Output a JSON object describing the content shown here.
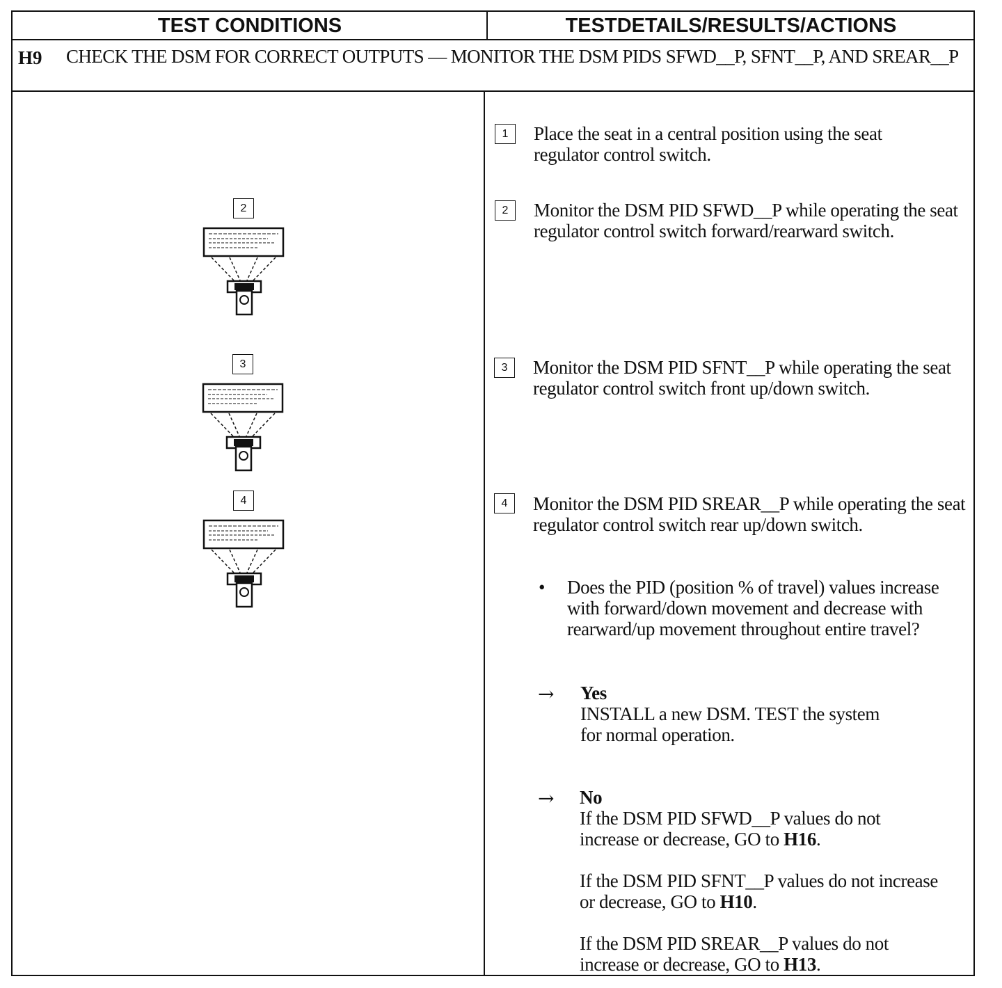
{
  "header": {
    "left": "TEST CONDITIONS",
    "right": "TESTDETAILS/RESULTS/ACTIONS"
  },
  "step": {
    "id": "H9",
    "title": "CHECK THE DSM FOR CORRECT OUTPUTS — MONITOR THE DSM PIDS SFWD__P, SFNT__P, AND SREAR__P"
  },
  "figures": [
    {
      "num": "2",
      "icon": "scan-tool-with-display-icon"
    },
    {
      "num": "3",
      "icon": "scan-tool-with-display-icon"
    },
    {
      "num": "4",
      "icon": "scan-tool-with-display-icon"
    }
  ],
  "instructions": [
    {
      "num": "1",
      "text": "Place the seat in a central position using the seat regulator control switch."
    },
    {
      "num": "2",
      "text": "Monitor the DSM PID SFWD__P while operating the seat regulator control switch forward/rearward switch."
    },
    {
      "num": "3",
      "text": "Monitor the DSM PID SFNT__P while operating the seat regulator control switch front up/down switch."
    },
    {
      "num": "4",
      "text": "Monitor the DSM PID SREAR__P while operating the seat regulator control switch rear up/down switch."
    }
  ],
  "question": {
    "bullet": "•",
    "text": "Does the PID (position % of travel) values increase with forward/down movement and decrease with rearward/up movement throughout entire travel?"
  },
  "answers": {
    "yes": {
      "arrow": "→",
      "label": "Yes",
      "text": "INSTALL a new DSM. TEST the system for normal operation."
    },
    "no": {
      "arrow": "→",
      "label": "No",
      "items": [
        {
          "text": "If the DSM PID SFWD__P values do not increase or decrease, GO to ",
          "target": "H16",
          "end": "."
        },
        {
          "text": "If the DSM PID SFNT__P values do not increase or decrease, GO to ",
          "target": "H10",
          "end": "."
        },
        {
          "text": "If the DSM PID SREAR__P values do not increase or decrease, GO to ",
          "target": "H13",
          "end": "."
        }
      ]
    }
  }
}
